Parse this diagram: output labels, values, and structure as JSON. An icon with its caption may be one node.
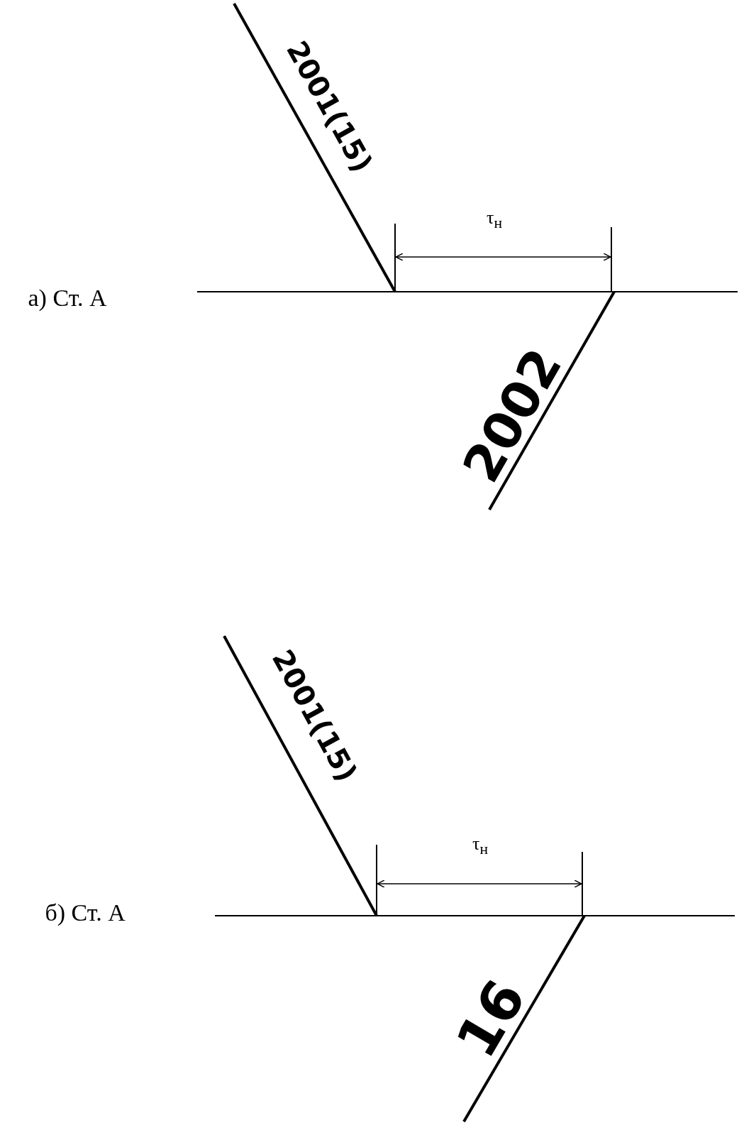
{
  "diagram": {
    "labels": [
      "2001(15)",
      "τ$_{н}$",
      "а) Ст. А",
      "2002",
      "2001(15)",
      "τ$_{н}$",
      "б) Ст. А",
      "16"
    ]
  }
}
